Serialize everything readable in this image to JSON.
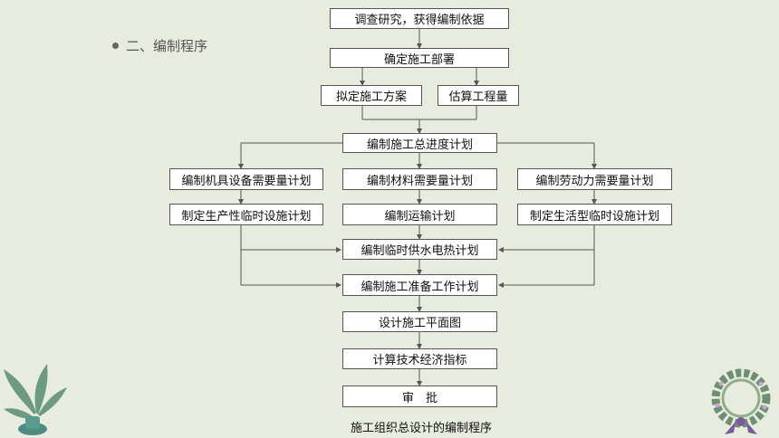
{
  "heading": "二、编制程序",
  "steps": {
    "s1": "调查研究，获得编制依据",
    "s2": "确定施工部署",
    "s3a": "拟定施工方案",
    "s3b": "估算工程量",
    "s4": "编制施工总进度计划",
    "s5a": "编制机具设备需要量计划",
    "s5b": "编制材料需要量计划",
    "s5c": "编制劳动力需要量计划",
    "s6a": "制定生产性临时设施计划",
    "s6b": "编制运输计划",
    "s6c": "制定生活型临时设施计划",
    "s7": "编制临时供水电热计划",
    "s8": "编制施工准备工作计划",
    "s9": "设计施工平面图",
    "s10": "计算技术经济指标",
    "s11": "审　批"
  },
  "caption": "施工组织总设计的编制程序",
  "colors": {
    "background": "#e7ecdf",
    "box_border": "#555555",
    "line": "#555555"
  }
}
